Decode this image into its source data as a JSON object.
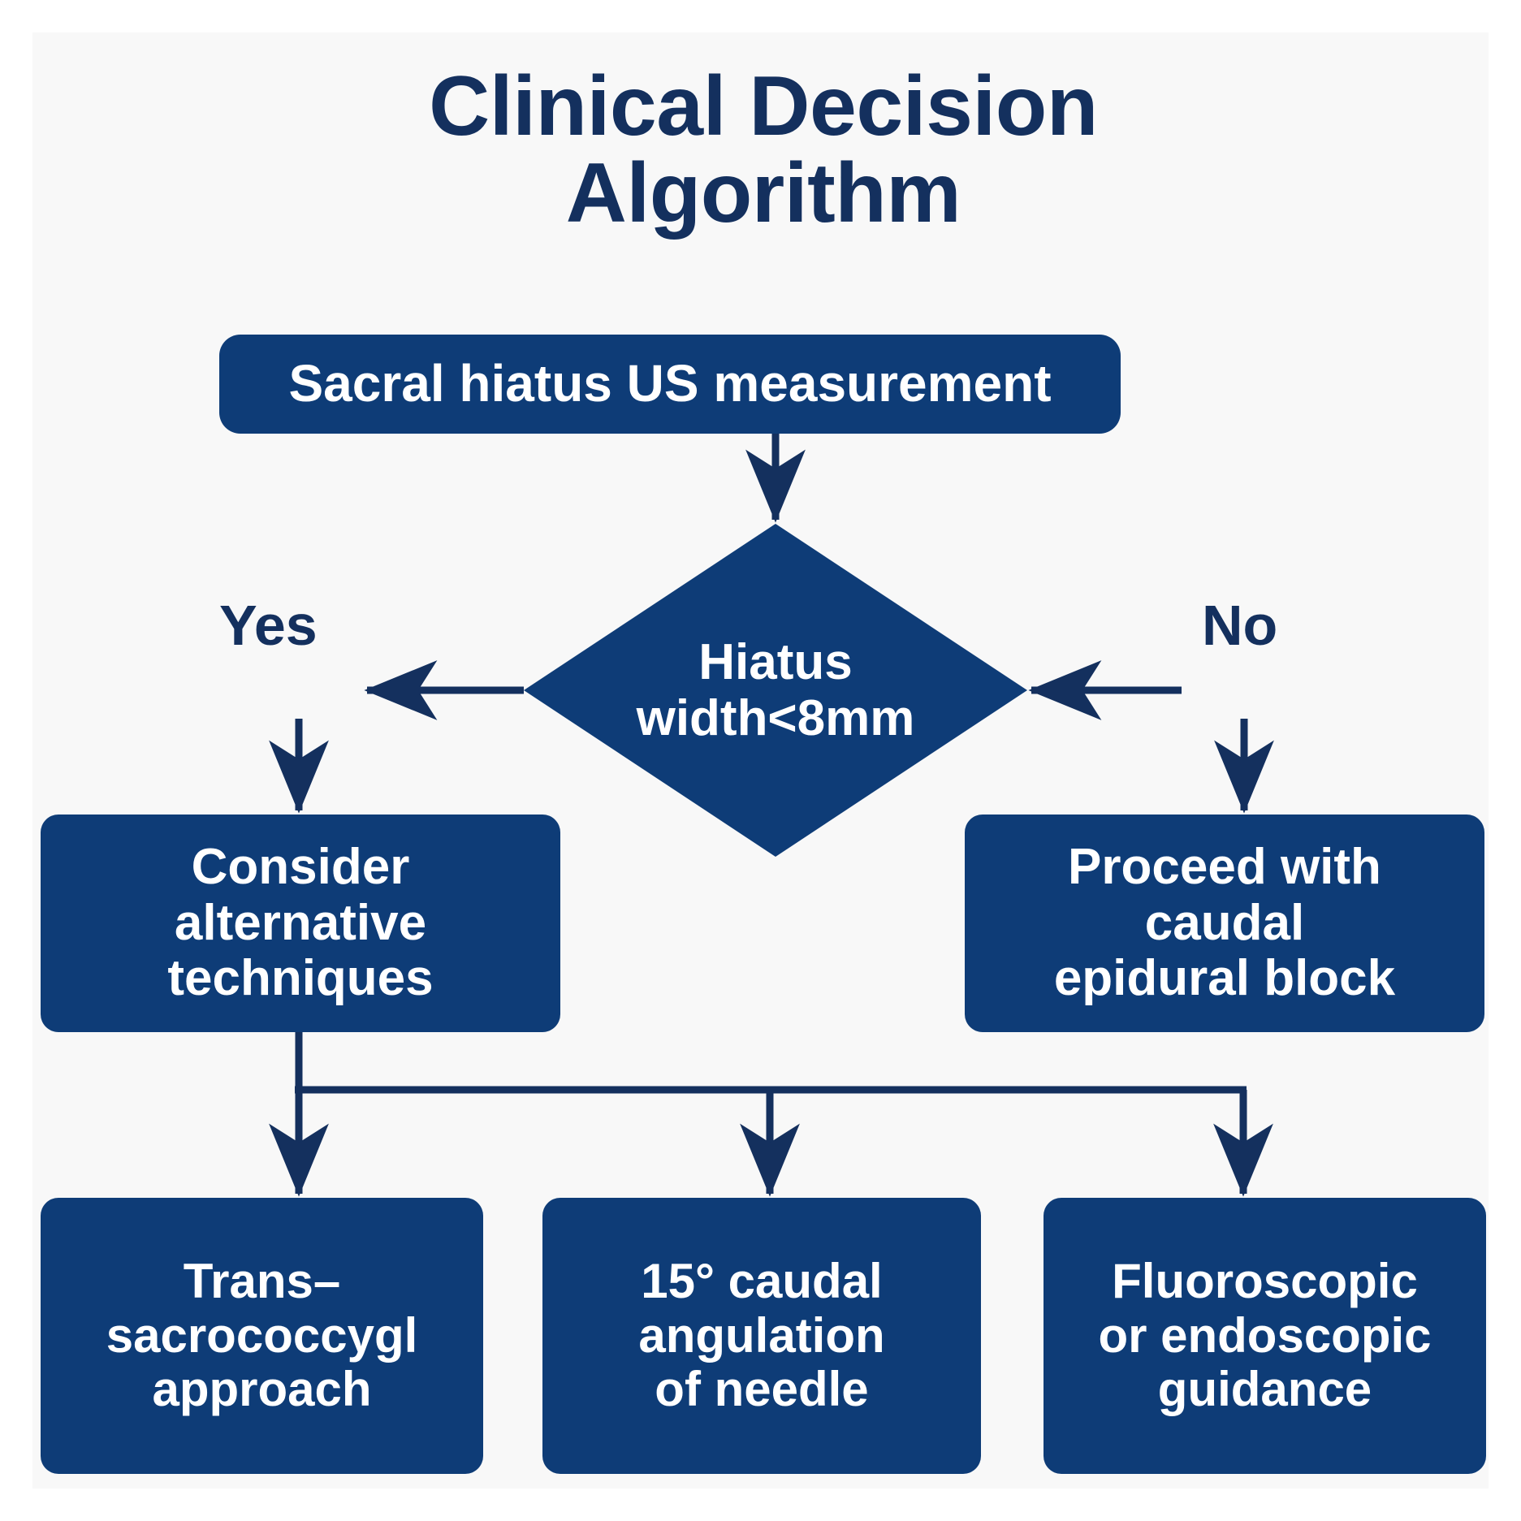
{
  "page": {
    "title": "Clinical Decision\nAlgorithm",
    "background_color": "#f8f8f8",
    "outer_background_color": "#ffffff",
    "node_fill_color": "#0e3c77",
    "node_text_color": "#ffffff",
    "title_color": "#14305e",
    "connector_color": "#14305e"
  },
  "flowchart": {
    "type": "decision-tree",
    "nodes": {
      "start": {
        "id": "start",
        "shape": "rounded-rectangle",
        "label": "Sacral hiatus US measurement"
      },
      "decision": {
        "id": "decision",
        "shape": "diamond",
        "label": "Hiatus\nwidth<8mm"
      },
      "alternative": {
        "id": "alternative",
        "shape": "rounded-rectangle",
        "label": "Consider\nalternative\ntechniques"
      },
      "proceed": {
        "id": "proceed",
        "shape": "rounded-rectangle",
        "label": "Proceed with\ncaudal\nepidural block"
      },
      "trans": {
        "id": "trans",
        "shape": "rounded-rectangle",
        "label": "Trans–\nsacrococcygl\napproach"
      },
      "angle": {
        "id": "angle",
        "shape": "rounded-rectangle",
        "label": "15° caudal\nangulation\nof needle"
      },
      "fluoro": {
        "id": "fluoro",
        "shape": "rounded-rectangle",
        "label": "Fluoroscopic\nor endoscopic\nguidance"
      }
    },
    "branch_labels": {
      "yes": "Yes",
      "no": "No"
    },
    "edges": [
      {
        "from": "start",
        "to": "decision",
        "label": ""
      },
      {
        "from": "decision",
        "to": "alternative",
        "label": "Yes"
      },
      {
        "from": "decision",
        "to": "proceed",
        "label": "No"
      },
      {
        "from": "alternative",
        "to": "trans",
        "label": ""
      },
      {
        "from": "alternative",
        "to": "angle",
        "label": ""
      },
      {
        "from": "alternative",
        "to": "fluoro",
        "label": ""
      }
    ]
  }
}
